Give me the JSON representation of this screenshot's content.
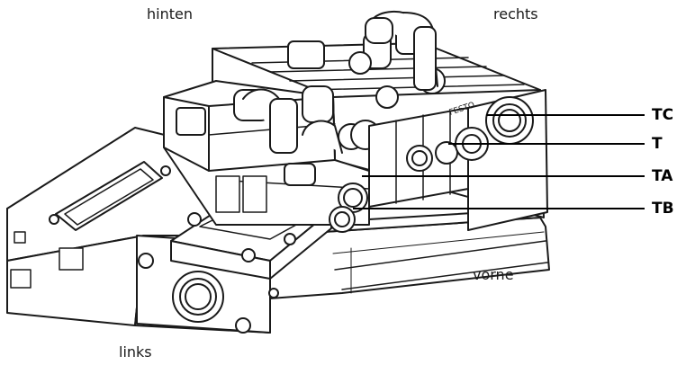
{
  "labels": {
    "back": "hinten",
    "right": "rechts",
    "front": "vorne",
    "left": "links"
  },
  "callouts": [
    "TC",
    "T",
    "TA",
    "TB"
  ],
  "brand_text": "FESTO"
}
